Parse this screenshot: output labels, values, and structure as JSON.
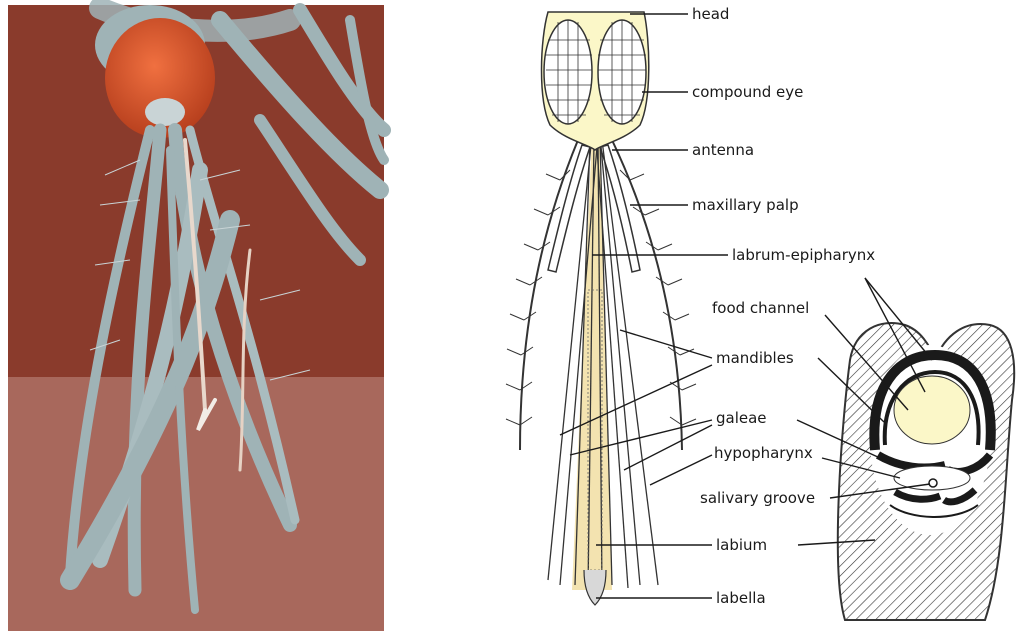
{
  "colors": {
    "photo_background_top": "#8a3b2c",
    "photo_background_bottom": "#a8685c",
    "compound_eye": "#d8542c",
    "insect_body": "#9fb3b6",
    "diagram_line": "#1a1a1a",
    "food_channel_fill": "#fbf7c8",
    "labrum_fill": "#f3e3b0"
  },
  "left_panel": {
    "description_icon": "mosquito-sem-photo"
  },
  "diagram": {
    "labels": {
      "head": "head",
      "compound_eye": "compound eye",
      "antenna": "antenna",
      "maxillary_palp": "maxillary palp",
      "labrum_epipharynx": "labrum-epipharynx",
      "food_channel": "food channel",
      "mandibles": "mandibles",
      "galeae": "galeae",
      "hypopharynx": "hypopharynx",
      "salivary_groove": "salivary groove",
      "labium": "labium",
      "labella": "labella"
    }
  }
}
